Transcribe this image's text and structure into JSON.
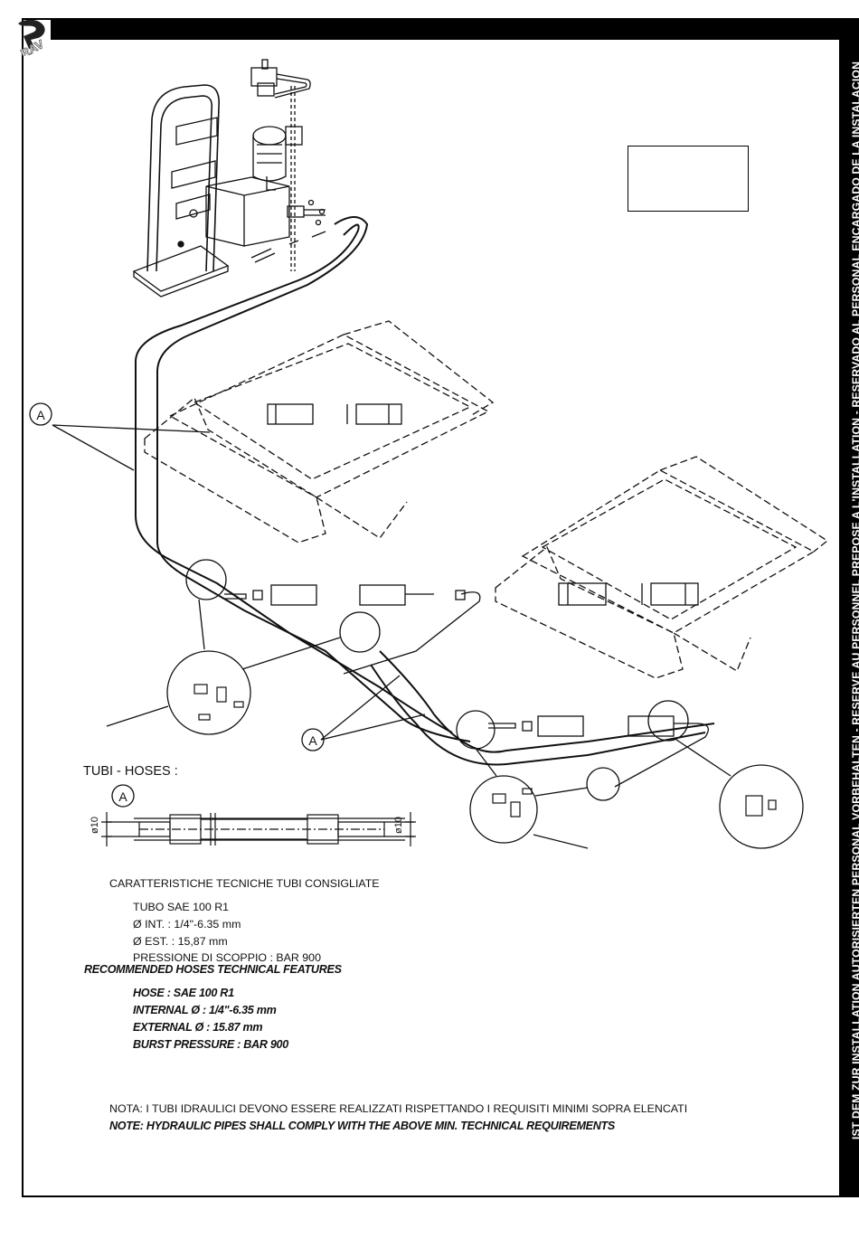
{
  "logo_text": "RAV",
  "side_banner": "IST DEM ZUR INSTALLATION AUTORISIERTEN PERSONAL VORBEHALTEN - RESERVE AU PERSONNEL PREPOSE A L'INSTALLATION - RESERVADO AL PERSONAL ENCARGADO DE LA INSTALACION",
  "callouts": {
    "hose_label_1": "A",
    "hose_label_2": "A",
    "hose_section_label": "A"
  },
  "hoses": {
    "title": "TUBI - HOSES :",
    "dim_left": "ø10",
    "dim_right": "ø10"
  },
  "specs_it": {
    "title": "CARATTERISTICHE TECNICHE TUBI CONSIGLIATE",
    "lines": [
      "TUBO SAE 100 R1",
      "Ø INT. : 1/4\"-6.35 mm",
      "Ø EST. : 15,87 mm",
      "PRESSIONE DI SCOPPIO : BAR 900"
    ]
  },
  "specs_en": {
    "title": "RECOMMENDED HOSES TECHNICAL FEATURES",
    "lines": [
      "HOSE : SAE 100 R1",
      "INTERNAL Ø : 1/4\"-6.35 mm",
      "EXTERNAL Ø : 15.87 mm",
      "BURST PRESSURE : BAR 900"
    ]
  },
  "notes": {
    "it": "NOTA: I TUBI IDRAULICI DEVONO ESSERE REALIZZATI RISPETTANDO I REQUISITI MINIMI SOPRA ELENCATI",
    "en": "NOTE: HYDRAULIC PIPES SHALL COMPLY WITH THE ABOVE MIN. TECHNICAL REQUIREMENTS"
  }
}
